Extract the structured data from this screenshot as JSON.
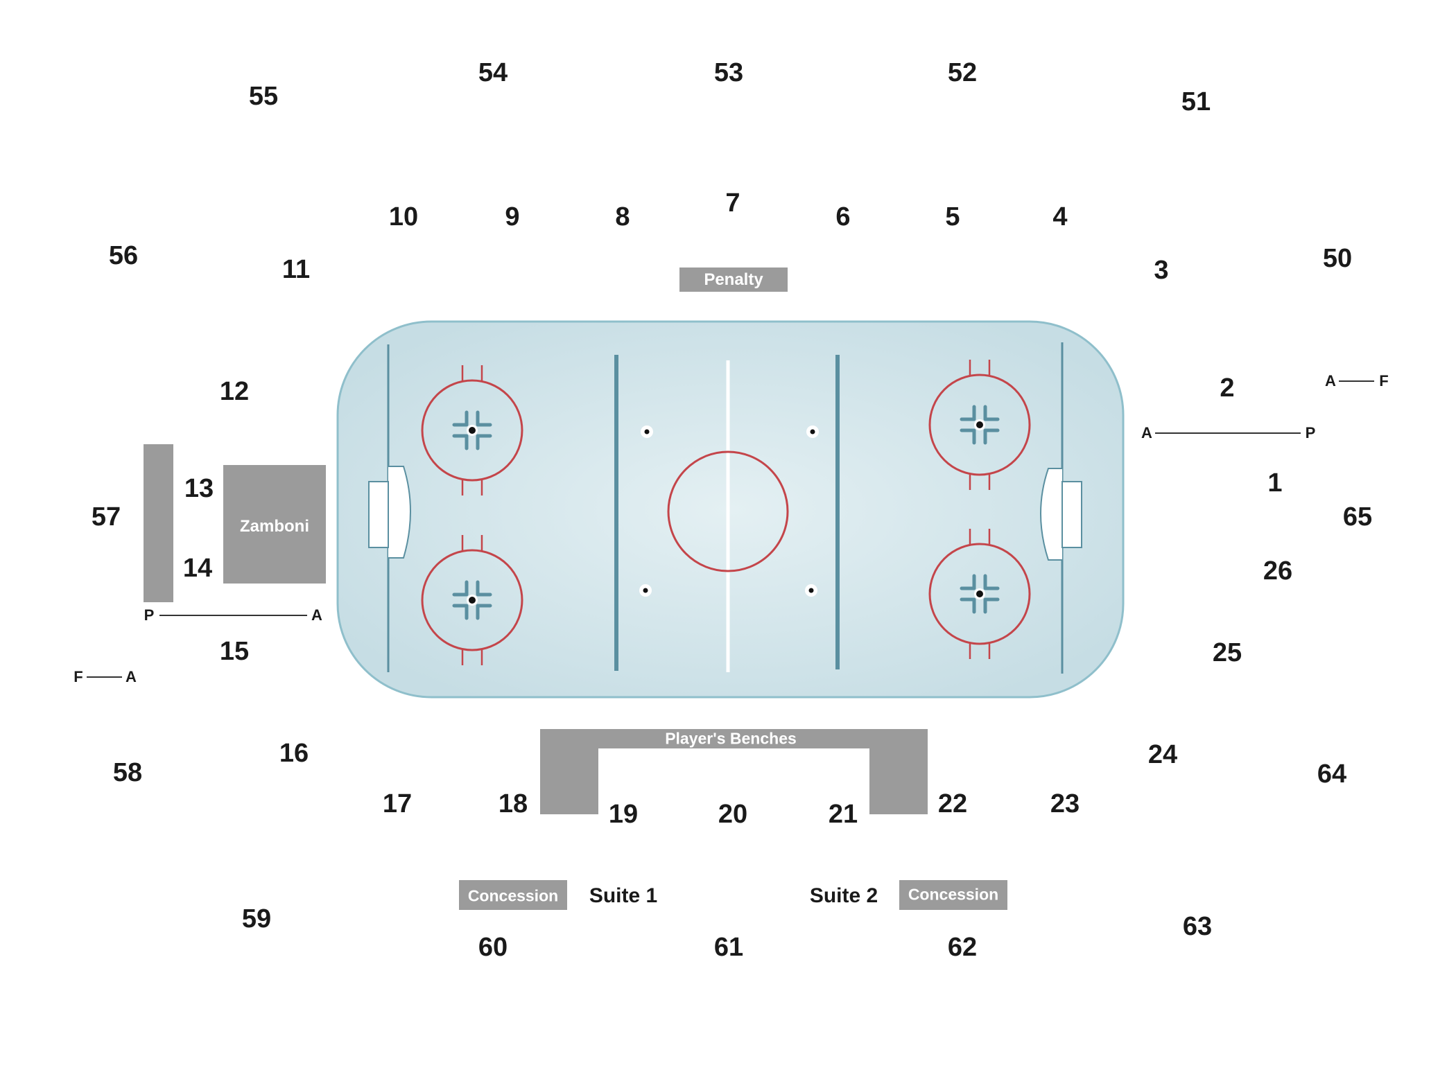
{
  "map": {
    "sections": [
      "1",
      "2",
      "3",
      "4",
      "5",
      "6",
      "7",
      "8",
      "9",
      "10",
      "11",
      "12",
      "13",
      "14",
      "15",
      "16",
      "17",
      "18",
      "19",
      "20",
      "21",
      "22",
      "23",
      "24",
      "25",
      "26",
      "50",
      "51",
      "52",
      "53",
      "54",
      "55",
      "56",
      "57",
      "58",
      "59",
      "60",
      "61",
      "62",
      "63",
      "64",
      "65"
    ],
    "labels": {
      "penalty": "Penalty",
      "zamboni": "Zamboni",
      "player_benches": "Player's Benches",
      "concession_left": "Concession",
      "concession_right": "Concession",
      "suite_1": "Suite 1",
      "suite_2": "Suite 2"
    },
    "markers": {
      "right_ap": {
        "a": "A",
        "p": "P"
      },
      "right_af": {
        "a": "A",
        "f": "F"
      },
      "left_pa": {
        "p": "P",
        "a": "A"
      },
      "left_fa": {
        "f": "F",
        "a": "A"
      }
    },
    "colors": {
      "ice": "#d3e6ec",
      "boards": "#8fbfcb",
      "red": "#c4454a",
      "blue_line": "#5a8fa0",
      "gray_box": "#9b9b9b"
    }
  }
}
